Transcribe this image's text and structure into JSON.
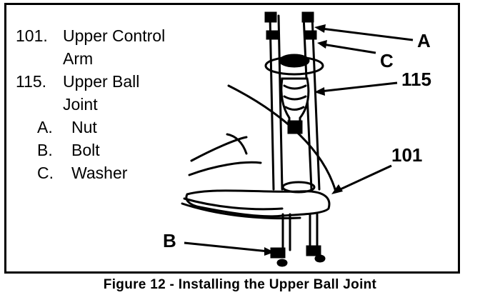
{
  "legend": {
    "item1_num": "101.",
    "item1_line1": "Upper Control",
    "item1_line2": "Arm",
    "item2_num": "115.",
    "item2_line1": "Upper Ball",
    "item2_line2": "Joint",
    "itemA_letter": "A.",
    "itemA_label": "Nut",
    "itemB_letter": "B.",
    "itemB_label": "Bolt",
    "itemC_letter": "C.",
    "itemC_label": "Washer"
  },
  "callouts": {
    "a": "A",
    "c": "C",
    "ball_joint": "115",
    "control_arm": "101",
    "b": "B"
  },
  "caption": "Figure 12 - Installing the Upper Ball Joint"
}
